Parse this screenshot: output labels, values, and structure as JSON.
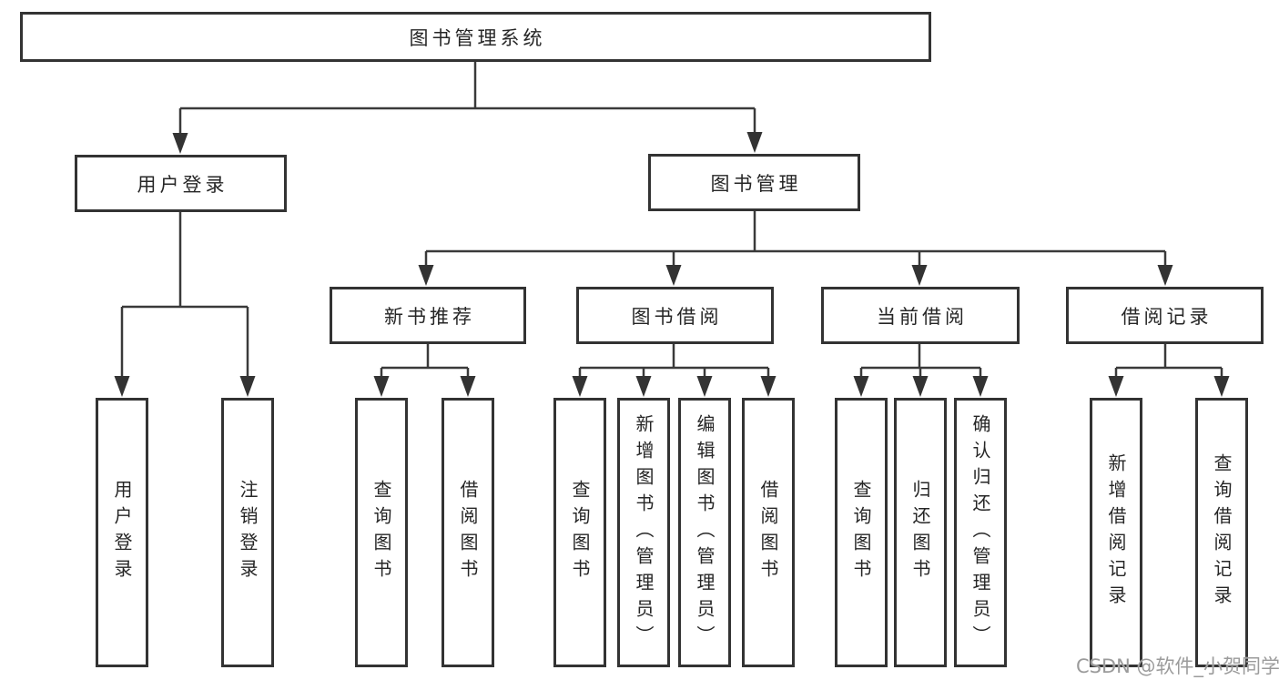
{
  "diagram": {
    "root": {
      "label": "图书管理系统"
    },
    "branches": [
      {
        "label": "用户登录"
      },
      {
        "label": "图书管理"
      }
    ],
    "modules": [
      {
        "label": "新书推荐"
      },
      {
        "label": "图书借阅"
      },
      {
        "label": "当前借阅"
      },
      {
        "label": "借阅记录"
      }
    ],
    "leaves": [
      {
        "label": "用户登录",
        "parent": "用户登录"
      },
      {
        "label": "注销登录",
        "parent": "用户登录"
      },
      {
        "label": "查询图书",
        "parent": "新书推荐"
      },
      {
        "label": "借阅图书",
        "parent": "新书推荐"
      },
      {
        "label": "查询图书",
        "parent": "图书借阅"
      },
      {
        "label": "新增图书（管理员）",
        "parent": "图书借阅"
      },
      {
        "label": "编辑图书（管理员）",
        "parent": "图书借阅"
      },
      {
        "label": "借阅图书",
        "parent": "图书借阅"
      },
      {
        "label": "查询图书",
        "parent": "当前借阅"
      },
      {
        "label": "归还图书",
        "parent": "当前借阅"
      },
      {
        "label": "确认归还（管理员）",
        "parent": "当前借阅"
      },
      {
        "label": "新增借阅记录",
        "parent": "借阅记录"
      },
      {
        "label": "查询借阅记录",
        "parent": "借阅记录"
      }
    ]
  },
  "watermark": {
    "text": "CSDN @软件_小贺同学"
  },
  "colors": {
    "border": "#333333",
    "line": "#3a3a3a",
    "text": "#262626",
    "background": "#ffffff",
    "watermark": "#9b9b9b"
  }
}
